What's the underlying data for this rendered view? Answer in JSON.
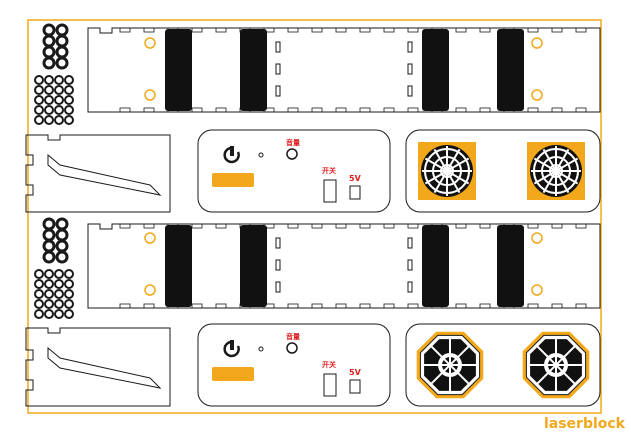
{
  "sheet": {
    "watermark": "laserblock",
    "colors": {
      "border": "#f2a81a",
      "cut": "#1a1a1a",
      "engrave_orange": "#f2a81a",
      "label_red": "#e02020",
      "fill_black": "#111111"
    },
    "panels": [
      {
        "volume_label": "音量",
        "switch_label": "开关",
        "power_label": "5V",
        "grille_style": "circular"
      },
      {
        "volume_label": "音量",
        "switch_label": "开关",
        "power_label": "5V",
        "grille_style": "octagonal"
      }
    ]
  }
}
